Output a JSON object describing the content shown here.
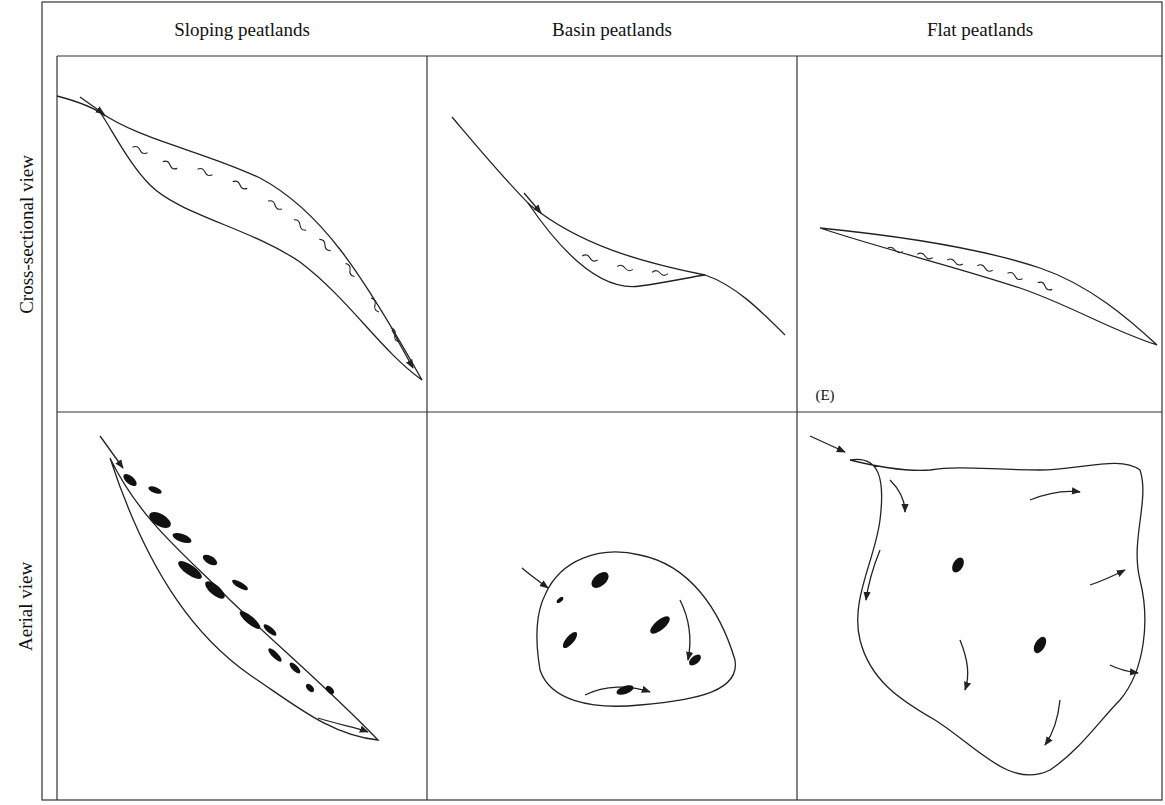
{
  "diagram": {
    "labels": [
      "Sloping peatlands",
      "Basin peatlands",
      "Flat peatlands",
      "Cross-sectional view",
      "Aerial view",
      "(E)"
    ]
  }
}
